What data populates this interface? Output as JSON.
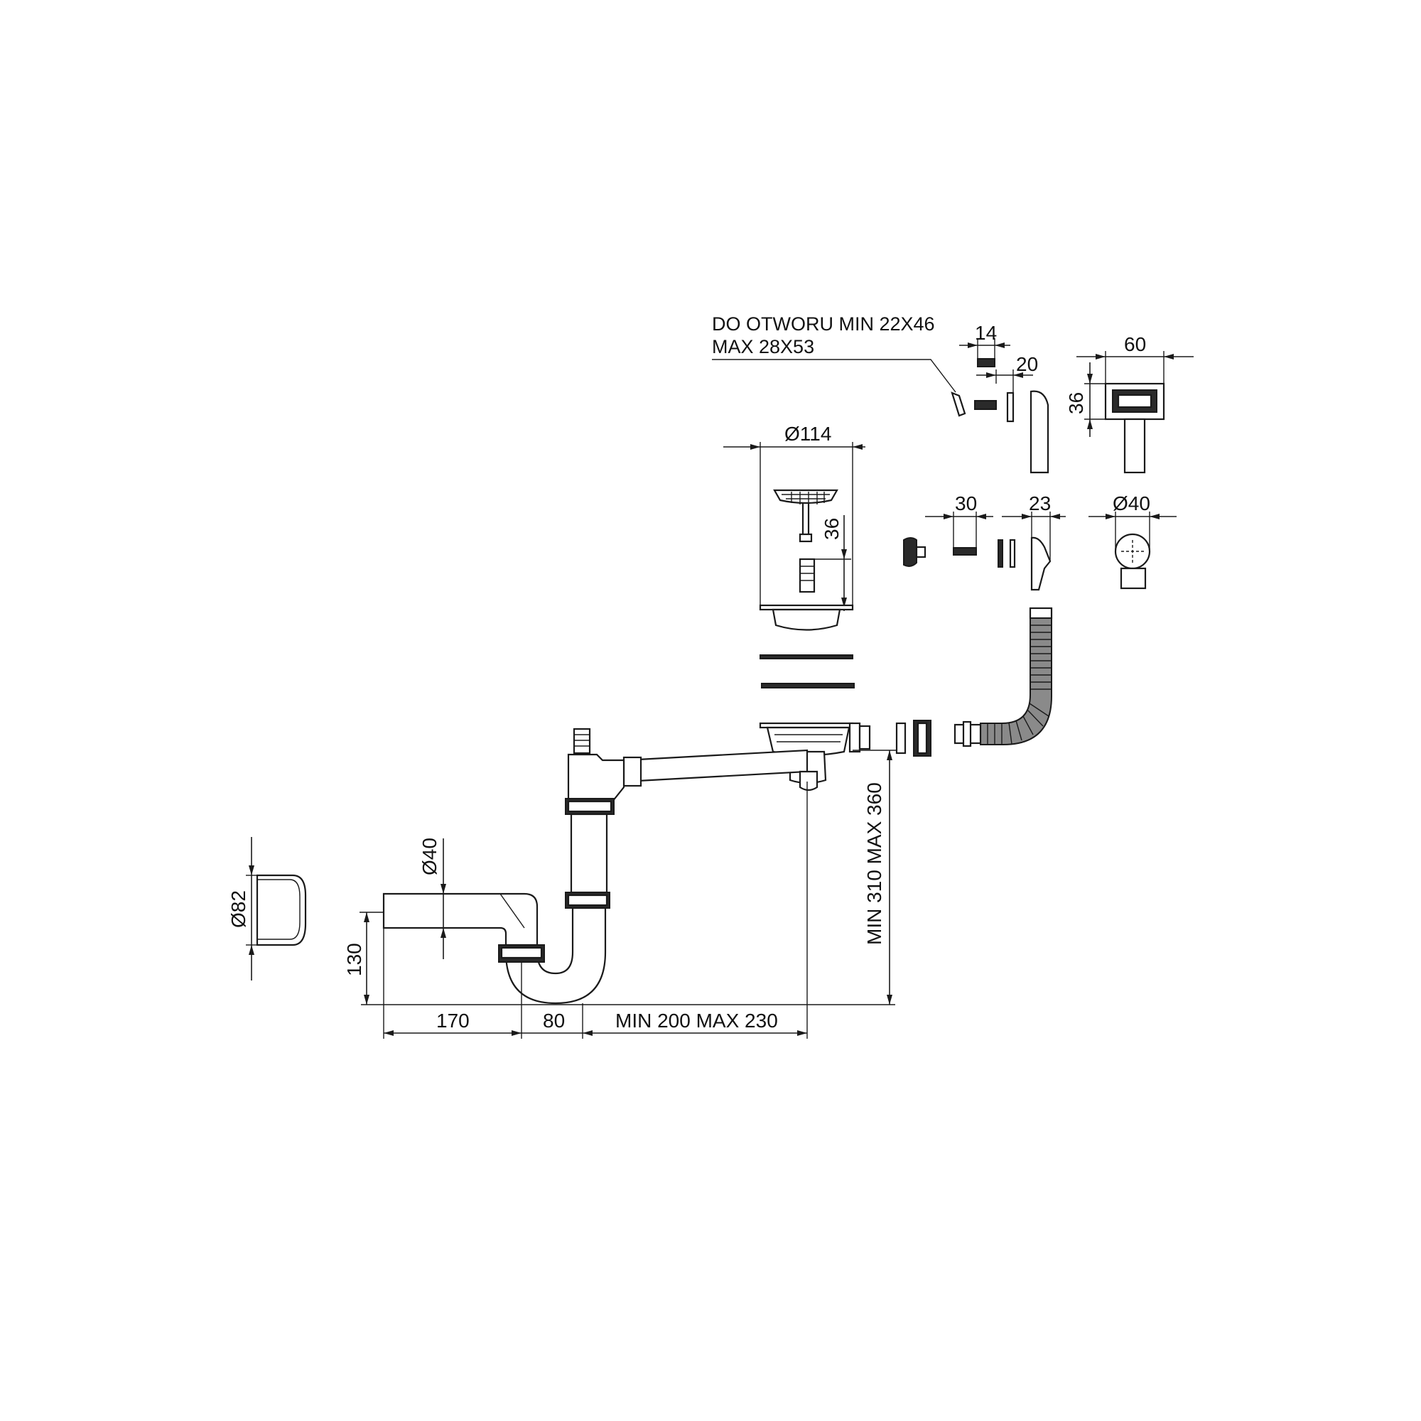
{
  "note": {
    "line1": "DO OTWORU MIN 22X46",
    "line2": "MAX 28X53"
  },
  "dimensions": {
    "d14": "14",
    "d20": "20",
    "d60": "60",
    "d36_top": "36",
    "d114": "Ø114",
    "d36_strainer": "36",
    "d30": "30",
    "d23": "23",
    "d40_top": "Ø40",
    "d82": "Ø82",
    "d40_pipe": "Ø40",
    "d130": "130",
    "height_range": "MIN 310 MAX 360",
    "d170": "170",
    "d80": "80",
    "width_range": "MIN 200 MAX 230"
  }
}
